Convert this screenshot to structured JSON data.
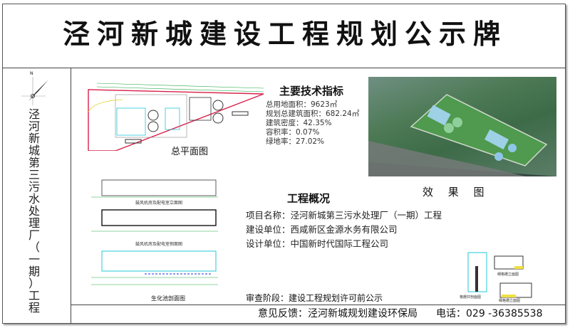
{
  "header": {
    "title": "泾河新城建设工程规划公示牌"
  },
  "sidebar": {
    "north_label": "N",
    "project_vertical": [
      "泾",
      "河",
      "新",
      "城",
      "第",
      "三",
      "污",
      "水",
      "处",
      "理",
      "厂",
      "（",
      "一",
      "期",
      "）",
      "工",
      "程"
    ]
  },
  "drawings": {
    "site_plan_label": "总平面图",
    "elevation_label": "鼓风机房及配电室立面图",
    "side_label": "鼓风机房及配电室侧面图",
    "section_label": "生化池剖面图",
    "small_label_1": "格栅井剖面图",
    "small_label_2": "细格栅立面图",
    "small_label_3": "细格栅立面图",
    "render_label": "效 果 图"
  },
  "tech": {
    "title": "主要技术指标",
    "lines": [
      "总用地面积：9623㎡",
      "规划总建筑面积：682.24㎡",
      "建筑密度：42.35%",
      "容积率：0.07%",
      "绿地率：27.02%"
    ]
  },
  "overview": {
    "title": "工程概况",
    "lines": [
      "项目名称：泾河新城第三污水处理厂（一期）工程",
      "建设单位：西咸新区金源水务有限公司",
      "设计单位：中国新时代国际工程公司"
    ],
    "review": "审查阶段：建设工程规划许可前公示"
  },
  "footer": {
    "feedback": "意见反馈：泾河新城规划建设环保局",
    "phone": "电话：029 -36385538"
  },
  "colors": {
    "plan_border": "#d8204a",
    "cad_line": "#22aa44",
    "cad_cyan": "#22c8d8"
  }
}
